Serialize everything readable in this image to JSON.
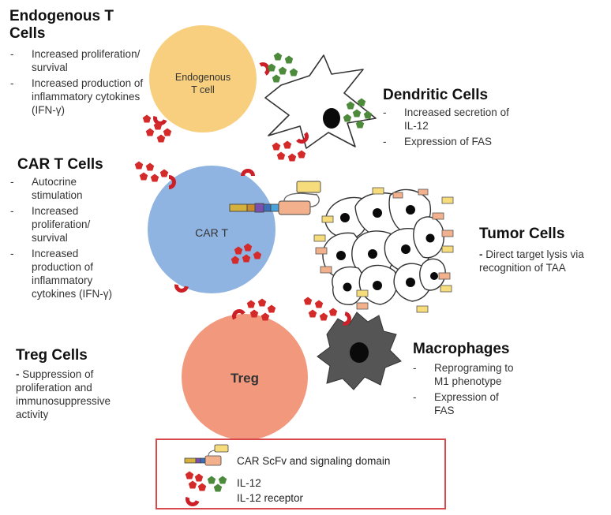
{
  "endogenous": {
    "heading_line1": "Endogenous T",
    "heading_line2": "Cells",
    "effects": [
      "Increased proliferation/ survival",
      "Increased production of inflammatory cytokines (IFN-γ)"
    ],
    "cell_label_line1": "Endogenous",
    "cell_label_line2": "T cell",
    "cell_color": "#f7cf7e"
  },
  "dendritic": {
    "heading": "Dendritic Cells",
    "effects": [
      "Increased secretion of IL-12",
      "Expression of FAS"
    ]
  },
  "car_t": {
    "heading": "CAR T Cells",
    "effects": [
      "Autocrine stimulation",
      "Increased proliferation/ survival",
      "Increased production of inflammatory cytokines (IFN-γ)"
    ],
    "cell_label": "CAR T",
    "cell_color": "#8fb4e1"
  },
  "tumor": {
    "heading": "Tumor Cells",
    "effect_prefix": "-",
    "effect": "Direct target lysis via recognition of TAA"
  },
  "treg": {
    "heading": "Treg Cells",
    "effect_prefix": "-",
    "effect": "Suppression of proliferation and immunosuppressive activity",
    "cell_label": "Treg",
    "cell_color": "#f1987d"
  },
  "macrophages": {
    "heading": "Macrophages",
    "effects": [
      "Reprograming to M1 phenotype",
      "Expression of FAS"
    ]
  },
  "legend": {
    "car": "CAR ScFv and signaling domain",
    "il12": "IL-12",
    "receptor": "IL-12 receptor"
  },
  "colors": {
    "il12_red": "#d42a2a",
    "il12_green": "#4e8a3c",
    "receptor_red": "#cc1f27",
    "nucleus": "#0a0a0a",
    "macrophage": "#555555",
    "legend_border": "#d9484b",
    "car_yellow": "#f6dc7a",
    "car_salmon": "#f2b08c"
  }
}
